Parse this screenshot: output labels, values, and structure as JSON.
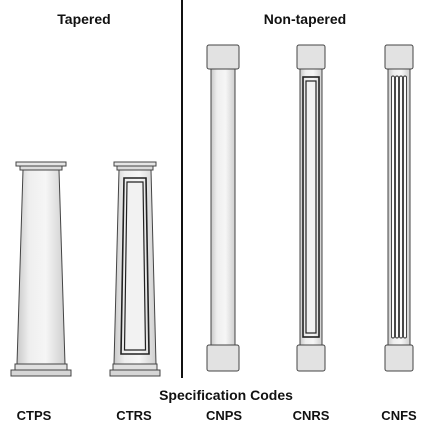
{
  "groups": {
    "tapered": "Tapered",
    "non_tapered": "Non-tapered"
  },
  "caption": "Specification Codes",
  "codes": [
    "CTPS",
    "CTRS",
    "CNPS",
    "CNRS",
    "CNFS"
  ]
}
